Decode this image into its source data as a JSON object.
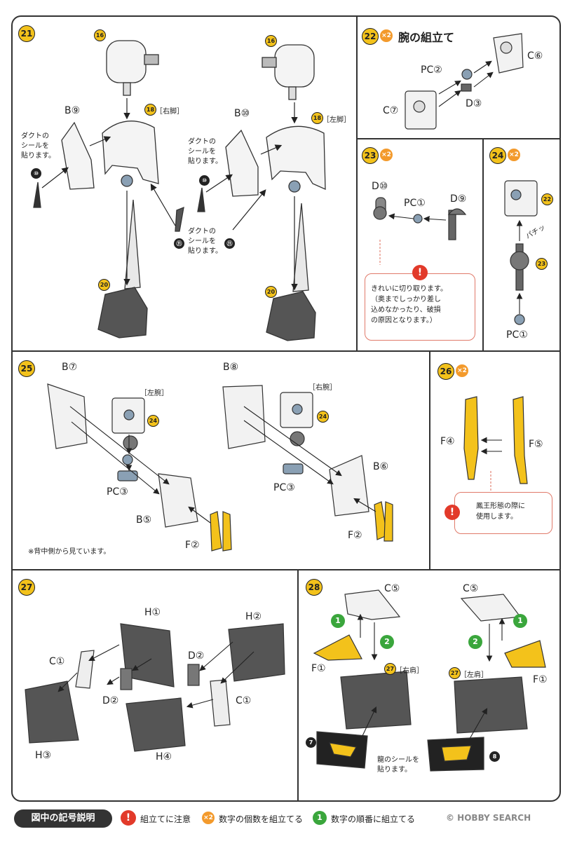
{
  "colors": {
    "yellow": "#f3c21b",
    "orange": "#f39a2c",
    "green": "#3aa63c",
    "red": "#e23a2a",
    "dark": "#333333",
    "bluegrey": "#8aa0b4"
  },
  "steps": {
    "s21": {
      "num": "21",
      "parts": {
        "top_l": "16",
        "top_r": "16",
        "leg_l": "18",
        "leg_r": "18",
        "foot_l": "20",
        "foot_r": "20",
        "sticker10": "⑩",
        "sticker11": "⑪"
      },
      "label_b9": "B⑨",
      "label_b10": "B⑩",
      "tag_right_leg": "［右脚］",
      "tag_left_leg": "［左脚］",
      "duct_note": "ダクトの\nシールを\n貼ります。"
    },
    "s22": {
      "num": "22",
      "x2": "×2",
      "title": "腕の組立て",
      "c6": "C⑥",
      "pc2": "PC②",
      "c7": "C⑦",
      "d3": "D③"
    },
    "s23": {
      "num": "23",
      "x2": "×2",
      "d10": "D⑩",
      "pc1": "PC①",
      "d9": "D⑨",
      "caution": "きれいに切り取ります。\n（奥までしっかり差し\n込めなかったり、破損\nの原因となります。）"
    },
    "s24": {
      "num": "24",
      "x2": "×2",
      "p22": "22",
      "p23": "23",
      "pc1": "PC①",
      "snap": "パチッ"
    },
    "s25": {
      "num": "25",
      "b7": "B⑦",
      "b8": "B⑧",
      "b5": "B⑤",
      "b6": "B⑥",
      "pc3_l": "PC③",
      "pc3_r": "PC③",
      "f2_l": "F②",
      "f2_r": "F②",
      "p24_l": "24",
      "p24_r": "24",
      "tag_left_arm": "［左腕］",
      "tag_right_arm": "［右腕］",
      "note": "※背中側から見ています。"
    },
    "s26": {
      "num": "26",
      "x2": "×2",
      "f4": "F④",
      "f5": "F⑤",
      "caution": "鳳王形態の際に\n使用します。"
    },
    "s27": {
      "num": "27",
      "h1": "H①",
      "h2": "H②",
      "h3": "H③",
      "h4": "H④",
      "c1_l": "C①",
      "c1_r": "C①",
      "d2_l": "D②",
      "d2_r": "D②"
    },
    "s28": {
      "num": "28",
      "c5_l": "C⑤",
      "c5_r": "C⑤",
      "f1_l": "F①",
      "f1_r": "F①",
      "g1": "1",
      "g2": "2",
      "p27": "27",
      "tag_right_shoulder": "［右肩］",
      "tag_left_shoulder": "［左肩］",
      "s7": "7",
      "s8": "8",
      "dragon_note": "龍のシールを\n貼ります。"
    }
  },
  "legend": {
    "title": "図中の記号説明",
    "caution": "組立てに注意",
    "count": "数字の個数を組立てる",
    "order": "数字の順番に組立てる",
    "x2": "×2",
    "one": "1",
    "warn": "!"
  },
  "watermark": "© HOBBY SEARCH"
}
